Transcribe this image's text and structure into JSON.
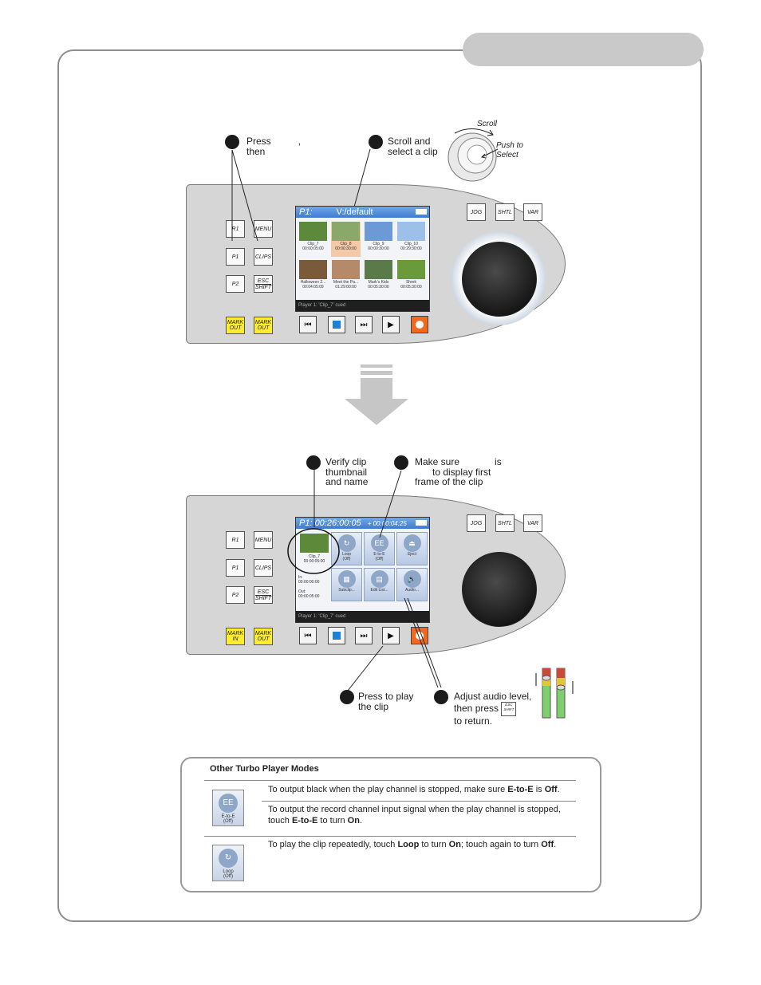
{
  "steps": {
    "s1": {
      "line1": "Press",
      "comma": ",",
      "line2": "then"
    },
    "s2": {
      "line1": "Scroll and",
      "line2": "select a clip"
    },
    "s3": {
      "line1": "Verify clip",
      "line2": "thumbnail",
      "line3": "and name"
    },
    "s4": {
      "line1": "Make sure",
      "is": "is",
      "line2": "to display first",
      "line3": "frame of the clip"
    },
    "s5": {
      "line1": "Press to play",
      "line2": "the clip"
    },
    "s6": {
      "line1": "Adjust audio level,",
      "line2": "then press",
      "line3": "to return."
    }
  },
  "dial": {
    "scroll": "Scroll",
    "push": "Push to",
    "select": "Select"
  },
  "keys": {
    "r1": "R1",
    "p1": "P1",
    "p2": "P2",
    "menu": "MENU",
    "clips": "CLIPS",
    "esc": "ESC",
    "shift": "SHIFT",
    "mark": "MARK",
    "out": "OUT",
    "in": "IN",
    "jog": "JOG",
    "shtl": "SHTL",
    "var": "VAR"
  },
  "screen1": {
    "channel": "P1:",
    "folder": "V:/default",
    "status": "Player 1: 'Clip_7' cued",
    "clips": [
      {
        "name": "Clip_7",
        "tc": "00:00:05:00",
        "color": "#5c8a3a"
      },
      {
        "name": "Clip_8",
        "tc": "00:00:30:00",
        "color": "#8aa86a"
      },
      {
        "name": "Clip_9",
        "tc": "00:00:30:00",
        "color": "#6b9ad6"
      },
      {
        "name": "Clip_10",
        "tc": "00:29:30:00",
        "color": "#9cc0e8"
      },
      {
        "name": "Halloween 2...",
        "tc": "00:04:05:09",
        "color": "#7a5a3a"
      },
      {
        "name": "Meet the Pa...",
        "tc": "01:29:00:00",
        "color": "#b48a6a"
      },
      {
        "name": "Mark's Kids",
        "tc": "00:05:30:00",
        "color": "#5a7a4a"
      },
      {
        "name": "Shrek",
        "tc": "00:05:30:00",
        "color": "#6a9a3a"
      }
    ]
  },
  "screen2": {
    "title": "P1: 00:26:00:05",
    "remaining": "+ 00:00:04:25",
    "status": "Player 1: 'Clip_7' cued",
    "clip": {
      "name": "Clip_7",
      "tc": "00:00:05:00"
    },
    "in_label": "In:",
    "in_tc": "00:00:00:00",
    "out_label": "Out:",
    "out_tc": "00:00:05:00",
    "tiles": [
      {
        "label": "Loop",
        "sub": "(Off)",
        "icon": "↻"
      },
      {
        "label": "E-to-E",
        "sub": "(Off)",
        "icon": "EE"
      },
      {
        "label": "Eject",
        "sub": "",
        "icon": "⏏"
      },
      {
        "label": "Subclip...",
        "sub": "",
        "icon": "▦"
      },
      {
        "label": "Edit List...",
        "sub": "",
        "icon": "▤"
      },
      {
        "label": "Audio...",
        "sub": "",
        "icon": "🔈"
      }
    ]
  },
  "modes": {
    "title": "Other Turbo Player Modes",
    "ee_icon": {
      "glyph": "EE",
      "label": "E-to-E",
      "sub": "(Off)"
    },
    "loop_icon": {
      "glyph": "↻",
      "label": "Loop",
      "sub": "(Off)"
    },
    "row1": {
      "a": "To output black when the play channel is stopped, make sure ",
      "b": "E-to-E",
      "c": " is ",
      "d": "Off",
      "e": "."
    },
    "row2": {
      "a": "To output the record channel input signal when the play channel is stopped, touch ",
      "b": "E-to-E",
      "c": " to turn ",
      "d": "On",
      "e": "."
    },
    "row3": {
      "a": "To play the clip repeatedly, touch ",
      "b": "Loop",
      "c": " to turn ",
      "d": "On",
      "e": "; touch again to turn ",
      "f": "Off",
      "g": "."
    }
  },
  "colors": {
    "stop": "#1e7fd8",
    "record": "#f06a1e",
    "yellow": "#ffec2a",
    "screen_bar": "#4a86d6"
  }
}
